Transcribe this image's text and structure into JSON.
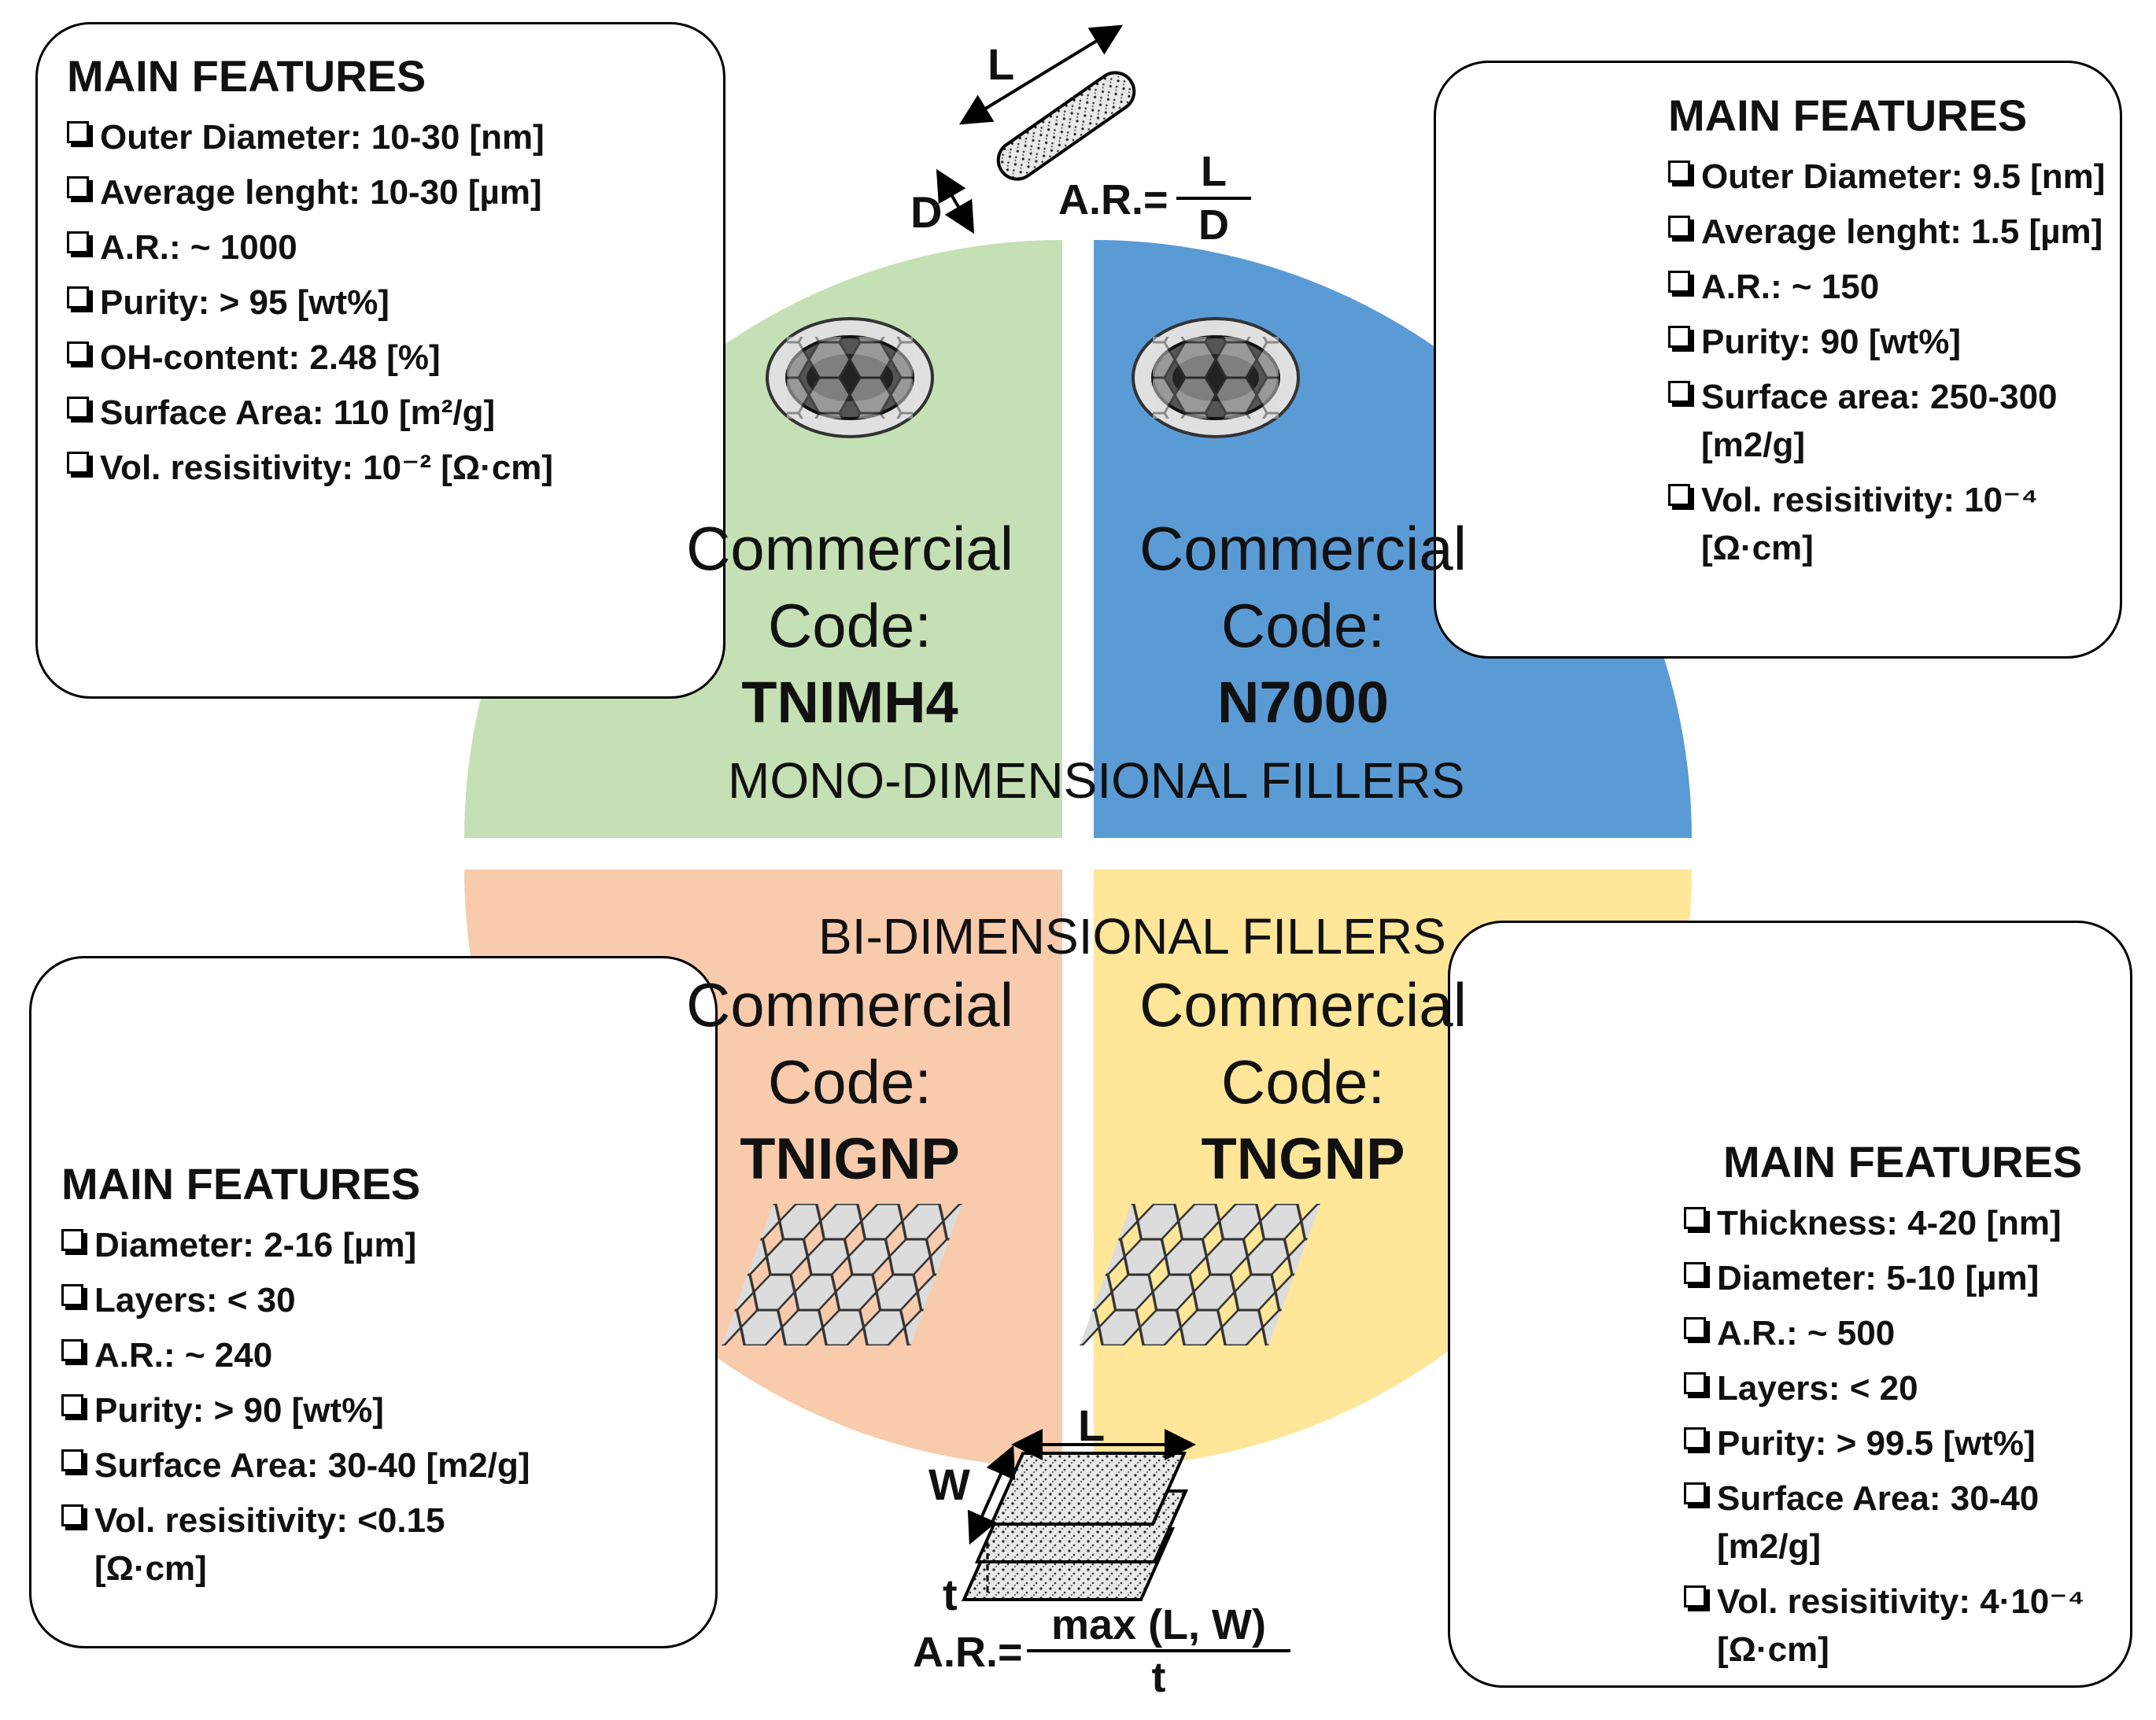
{
  "colors": {
    "quadrant_top_left": "#c5e0b4",
    "quadrant_top_right": "#5b9bd5",
    "quadrant_bottom_left": "#f8cbad",
    "quadrant_bottom_right": "#ffe699"
  },
  "quadrants": {
    "top_left": {
      "label_line1": "Commercial",
      "label_line2": "Code:",
      "code": "TNIMH4"
    },
    "top_right": {
      "label_line1": "Commercial",
      "label_line2": "Code:",
      "code": "N7000"
    },
    "bottom_left": {
      "label_line1": "Commercial",
      "label_line2": "Code:",
      "code": "TNIGNP"
    },
    "bottom_right": {
      "label_line1": "Commercial",
      "label_line2": "Code:",
      "code": "TNGNP"
    }
  },
  "center_labels": {
    "mono": "MONO-DIMENSIONAL FILLERS",
    "bi": "BI-DIMENSIONAL FILLERS"
  },
  "nanotube_schematic": {
    "length_label": "L",
    "diameter_label": "D",
    "ar_prefix": "A.R.=",
    "ar_numerator": "L",
    "ar_denominator": "D"
  },
  "platelet_schematic": {
    "length_label": "L",
    "width_label": "W",
    "thickness_label": "t",
    "ar_prefix": "A.R.=",
    "ar_numerator": "max (L, W)",
    "ar_denominator": "t"
  },
  "features": {
    "top_left": {
      "title": "MAIN FEATURES",
      "items": [
        "Outer Diameter: 10-30 [nm]",
        "Average lenght: 10-30 [µm]",
        "A.R.: ~ 1000",
        "Purity: > 95 [wt%]",
        "OH-content: 2.48 [%]",
        "Surface Area: 110 [m²/g]",
        "Vol. resisitivity: 10⁻² [Ω·cm]"
      ]
    },
    "top_right": {
      "title": "MAIN FEATURES",
      "items": [
        " Outer Diameter: 9.5 [nm]",
        "Average lenght: 1.5 [µm]",
        "A.R.: ~ 150",
        "Purity:  90 [wt%]",
        "Surface area: 250-300 [m2/g]",
        "Vol. resisitivity: 10⁻⁴ [Ω·cm]"
      ]
    },
    "bottom_left": {
      "title": "MAIN FEATURES",
      "items": [
        "Diameter: 2-16 [µm]",
        "Layers: < 30",
        " A.R.: ~ 240",
        "Purity:  > 90 [wt%]",
        "Surface Area: 30-40 [m2/g]",
        "Vol. resisitivity: <0.15 [Ω·cm]"
      ]
    },
    "bottom_right": {
      "title": "MAIN FEATURES",
      "items": [
        "Thickness: 4-20 [nm]",
        " Diameter: 5-10 [µm]",
        " A.R.: ~ 500",
        "Layers: < 20",
        "Purity: > 99.5 [wt%]",
        "Surface Area: 30-40 [m2/g]",
        "Vol. resisitivity: 4·10⁻⁴ [Ω·cm]"
      ]
    }
  }
}
